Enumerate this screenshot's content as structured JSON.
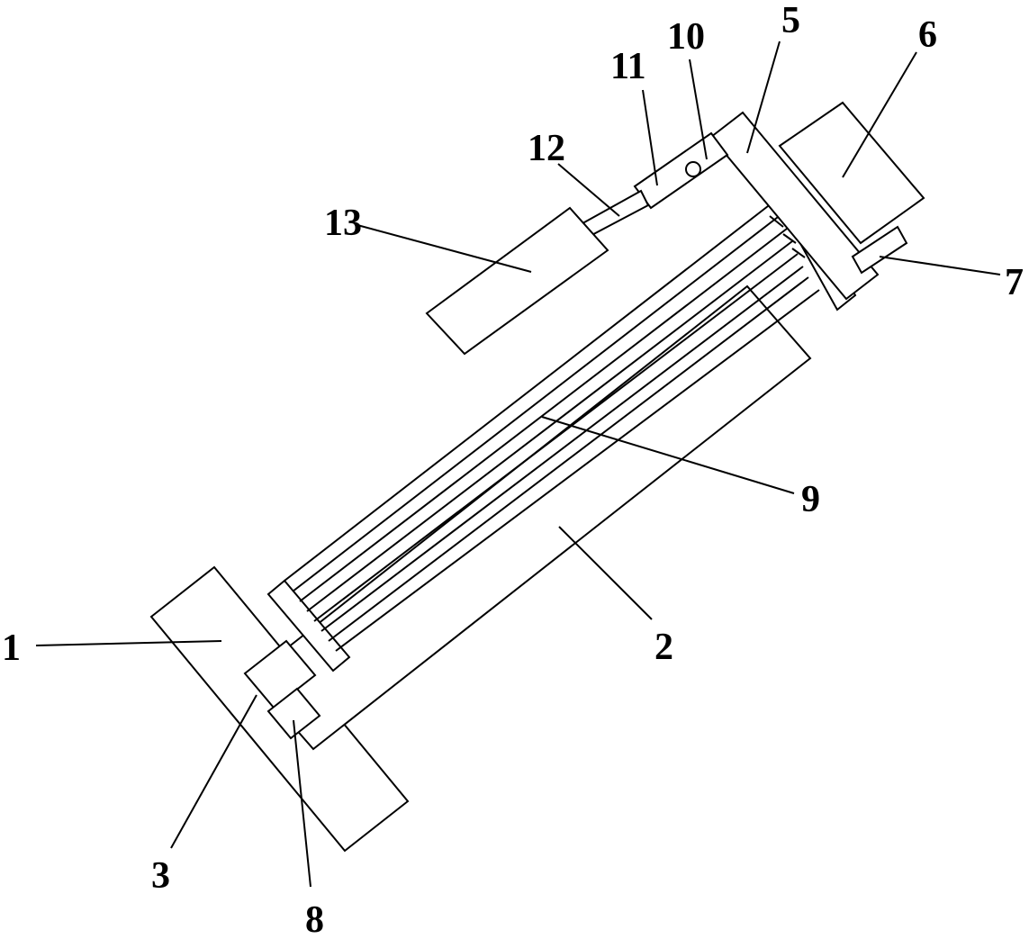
{
  "labels": {
    "l1": "1",
    "l2": "2",
    "l3": "3",
    "l5": "5",
    "l6": "6",
    "l7": "7",
    "l8": "8",
    "l9": "9",
    "l10": "10",
    "l11": "11",
    "l12": "12",
    "l13": "13"
  }
}
